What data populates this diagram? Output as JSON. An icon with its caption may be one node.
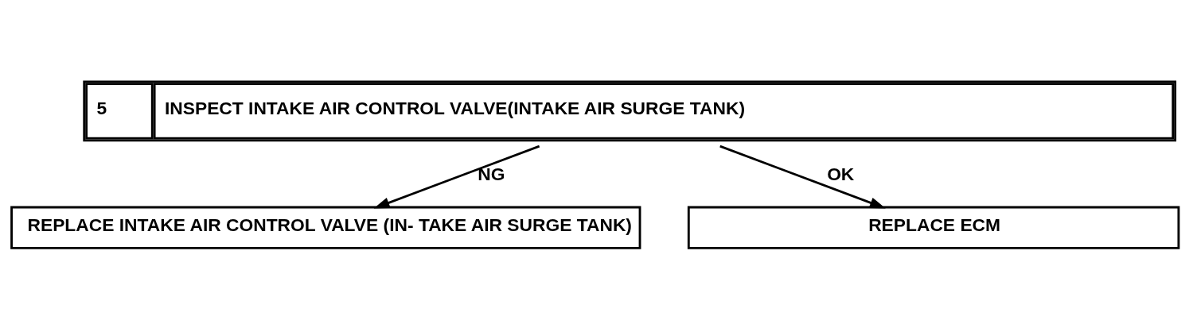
{
  "diagram": {
    "nodes": [
      {
        "text": [
          "5",
          "INSPECT INTAKE AIR CONTROL VALVE(INTAKE AIR SURGE TANK)"
        ]
      },
      {
        "text": [
          "REPLACE INTAKE AIR CONTROL VALVE (IN- TAKE AIR SURGE TANK)"
        ]
      },
      {
        "text": [
          "REPLACE ECM"
        ]
      }
    ],
    "edges": [
      {
        "from": 0,
        "to": 1,
        "arrow": "to",
        "label": "NG"
      },
      {
        "from": 0,
        "to": 2,
        "arrow": "to",
        "label": "OK"
      }
    ]
  }
}
